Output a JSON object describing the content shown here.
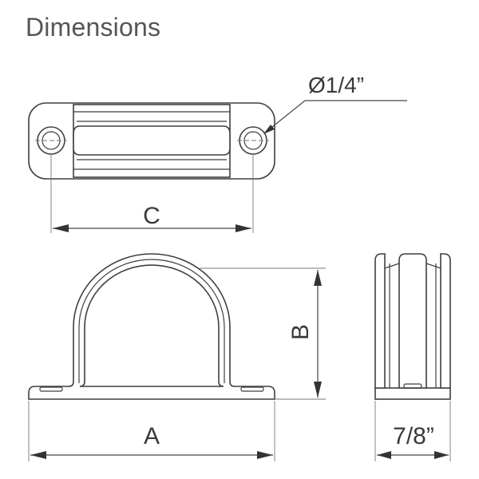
{
  "title": "Dimensions",
  "labels": {
    "hole_diameter": "Ø1/4”",
    "dim_c": "C",
    "dim_b": "B",
    "dim_a": "A",
    "dim_width": "7/8”"
  }
}
